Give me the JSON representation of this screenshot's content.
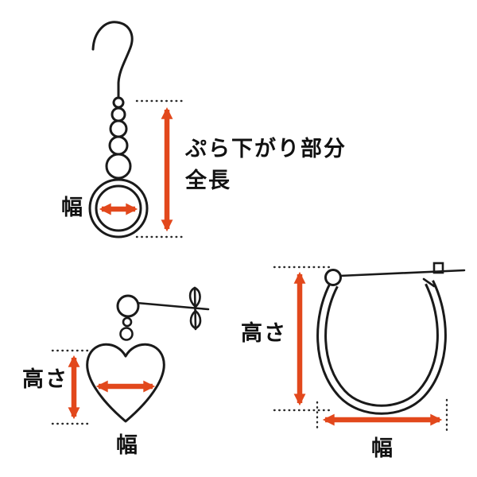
{
  "colors": {
    "arrow": "#e2481c",
    "line": "#1a1a1a",
    "background": "#ffffff"
  },
  "hook_earring": {
    "length_label_line1": "ぷら下がり部分",
    "length_label_line2": "全長",
    "width_label": "幅"
  },
  "heart_earring": {
    "height_label": "高さ",
    "width_label": "幅"
  },
  "hoop_earring": {
    "height_label": "高さ",
    "width_label": "幅"
  }
}
